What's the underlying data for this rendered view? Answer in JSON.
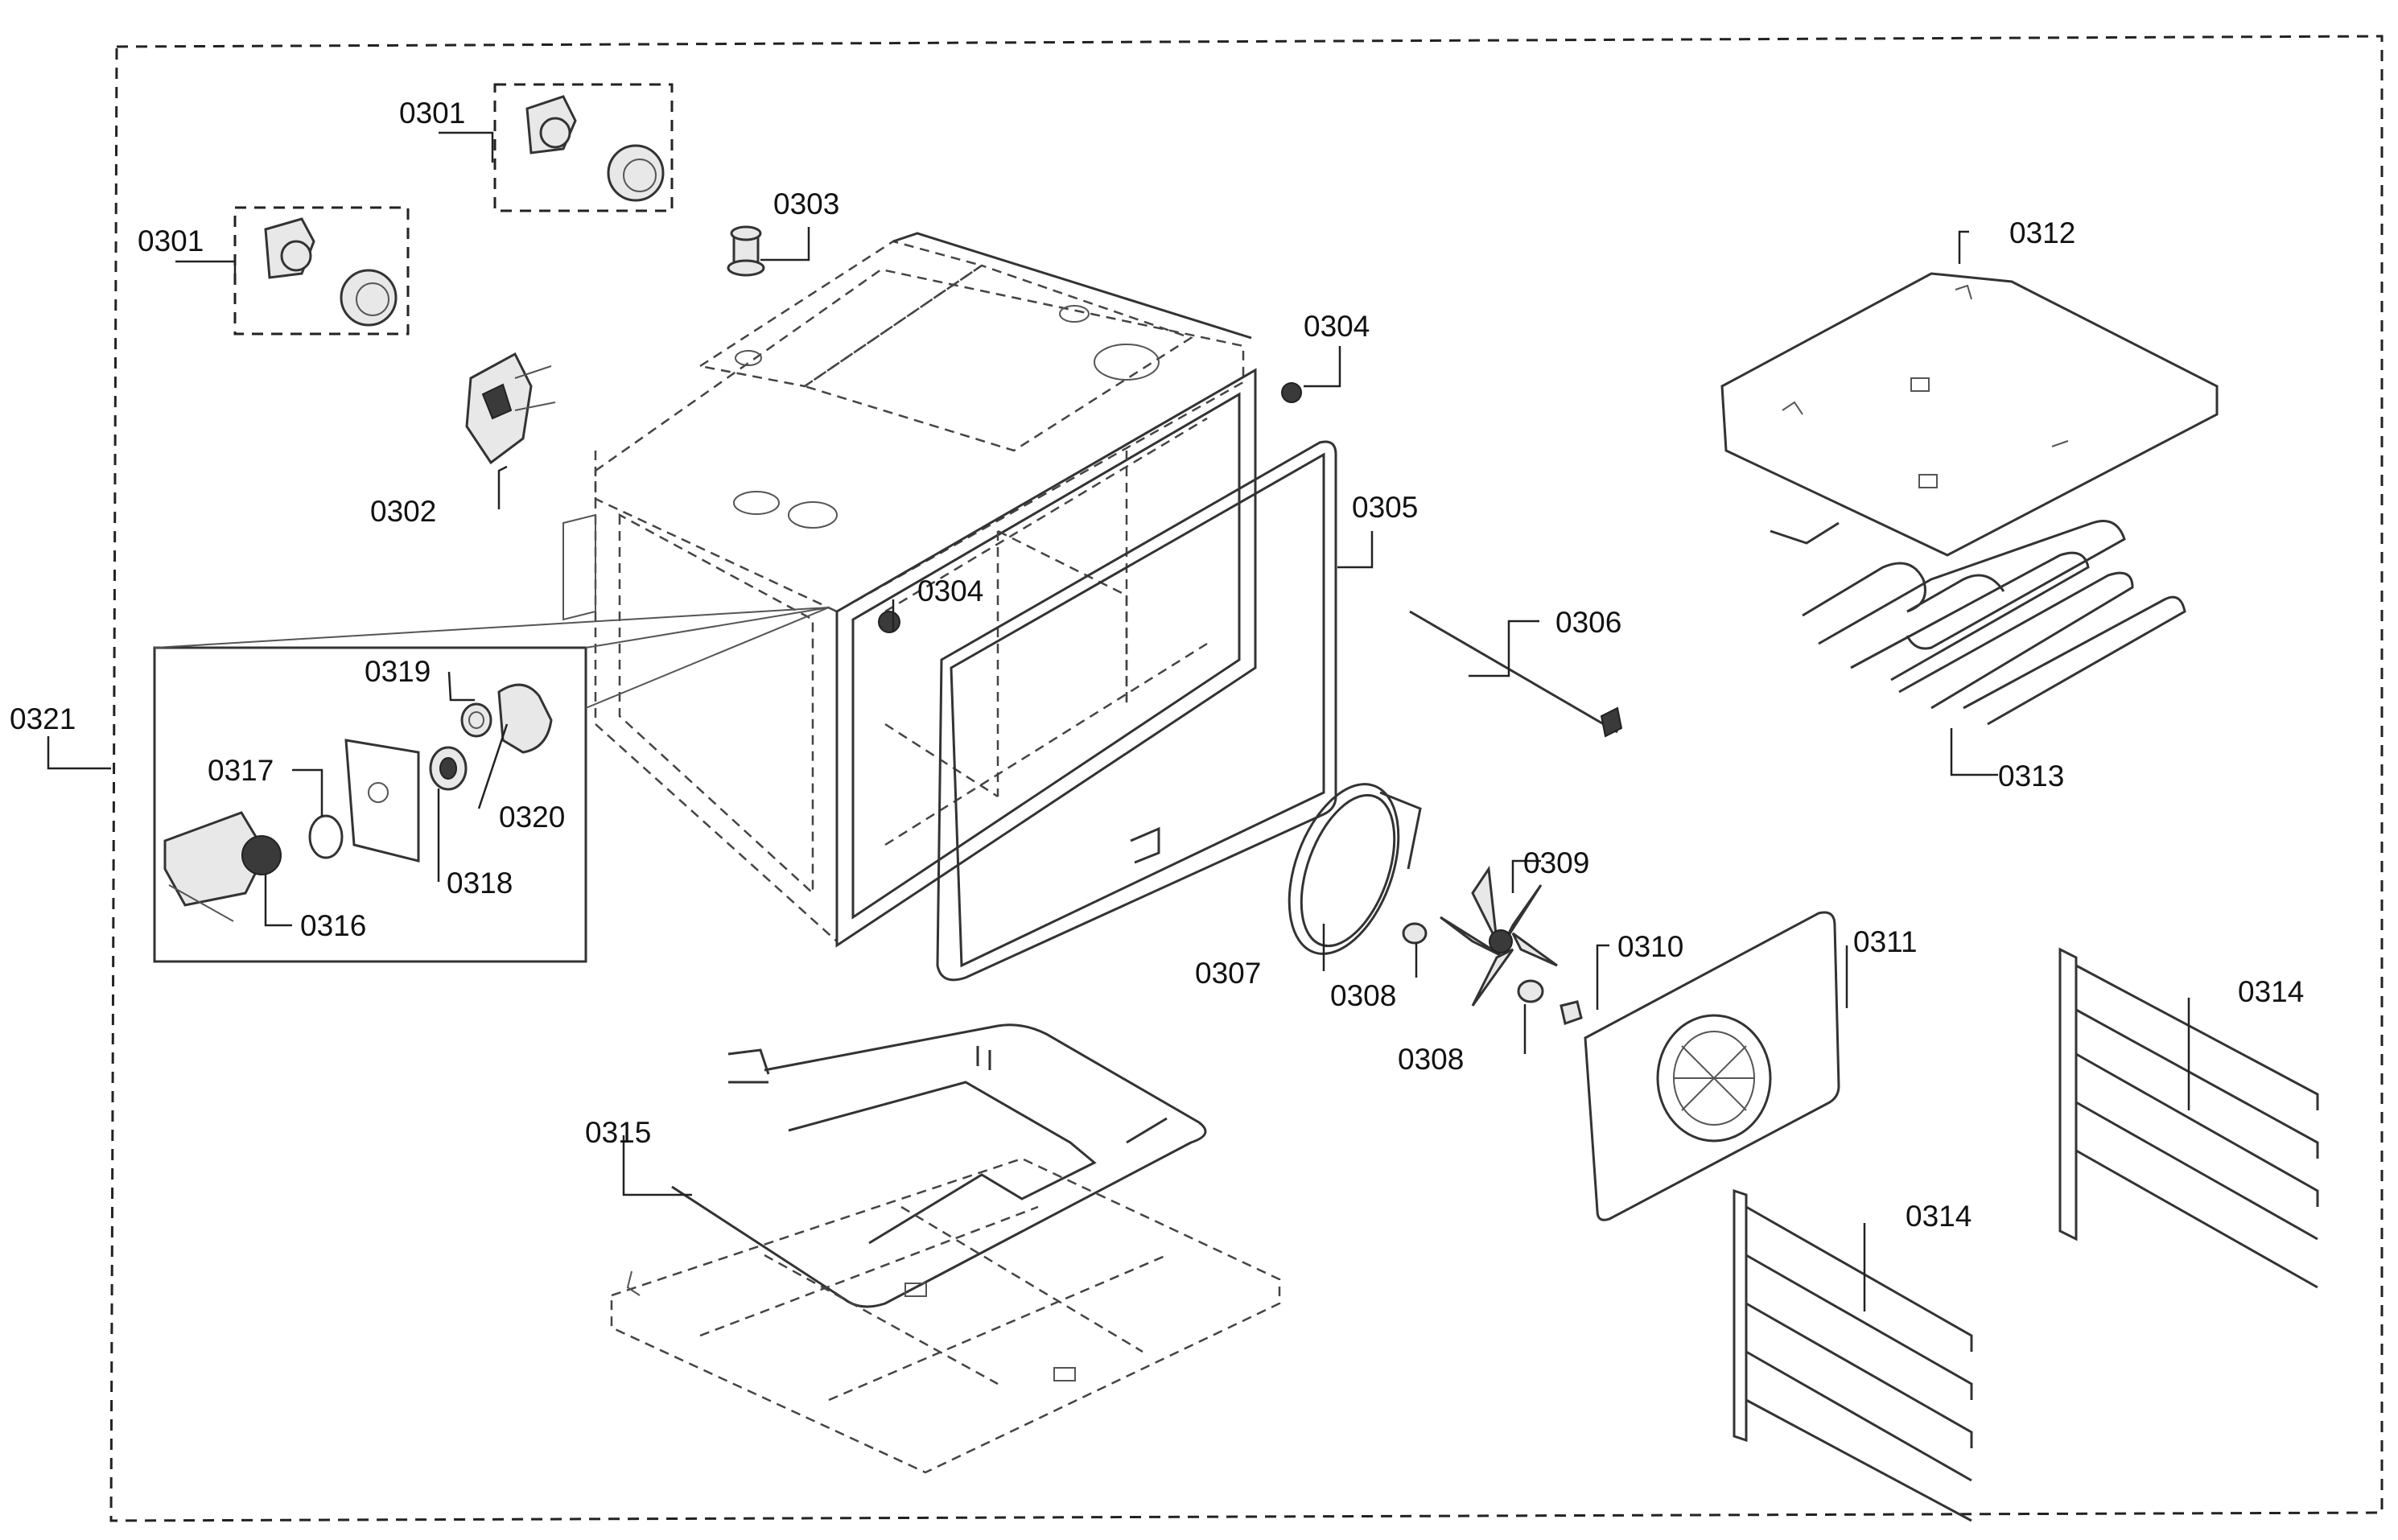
{
  "labels": {
    "p0301a": "0301",
    "p0301b": "0301",
    "p0302": "0302",
    "p0303": "0303",
    "p0304a": "0304",
    "p0304b": "0304",
    "p0305": "0305",
    "p0306": "0306",
    "p0307": "0307",
    "p0308a": "0308",
    "p0308b": "0308",
    "p0309": "0309",
    "p0310": "0310",
    "p0311": "0311",
    "p0312": "0312",
    "p0313": "0313",
    "p0314a": "0314",
    "p0314b": "0314",
    "p0315": "0315",
    "p0316": "0316",
    "p0317": "0317",
    "p0318": "0318",
    "p0319": "0319",
    "p0320": "0320",
    "p0321": "0321"
  },
  "colors": {
    "ink": "#222222",
    "background": "#ffffff"
  }
}
